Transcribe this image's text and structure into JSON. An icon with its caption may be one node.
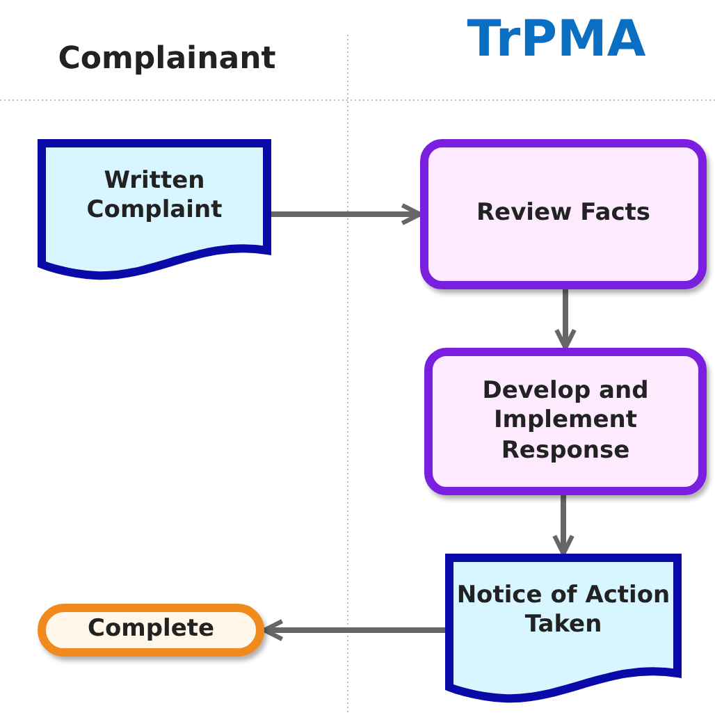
{
  "diagram": {
    "nodes": [
      {
        "text": [
          "Written Complaint"
        ]
      },
      {
        "text": [
          "Review Facts"
        ]
      },
      {
        "text": [
          "Develop and Implement Response"
        ]
      },
      {
        "text": [
          "Notice of Action Taken"
        ]
      },
      {
        "text": [
          "Complete"
        ]
      }
    ],
    "edges": [
      {
        "from": 0,
        "to": 1,
        "arrow": "to"
      },
      {
        "from": 1,
        "to": 2,
        "arrow": "to"
      },
      {
        "from": 2,
        "to": 3,
        "arrow": "to"
      },
      {
        "from": 3,
        "to": 4,
        "arrow": "to"
      }
    ],
    "labels": [
      "Complainant",
      "TrPMA"
    ]
  }
}
